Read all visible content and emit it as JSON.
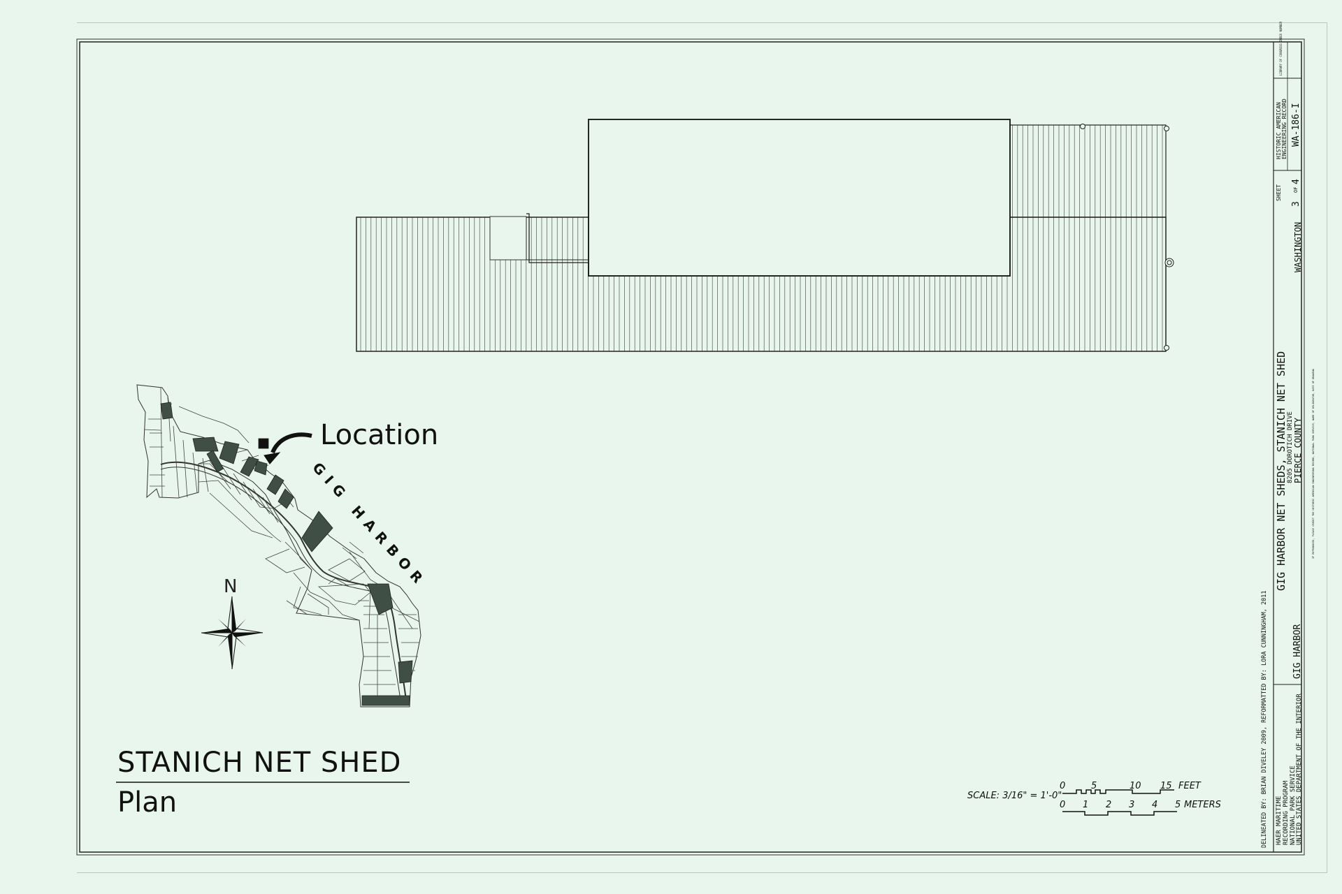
{
  "drawing": {
    "title": "STANICH NET SHED",
    "subtitle": "Plan",
    "location_label": "Location",
    "harbor_label": "GIG HARBOR",
    "north_label": "N"
  },
  "scale": {
    "label": "SCALE: 3/16\" = 1'-0\"",
    "feet_ticks": [
      "0",
      "5",
      "10",
      "15"
    ],
    "feet_unit": "FEET",
    "meter_ticks": [
      "0",
      "1",
      "2",
      "3",
      "4",
      "5"
    ],
    "meter_unit": "METERS"
  },
  "title_block": {
    "delineated": "DELINEATED BY: BRIAN DIVELEY 2009, REFORMATTED BY: LORA CUNNINGHAM, 2011",
    "agency_lines": [
      "HAER MARITIME",
      "RECORDING PROGRAM",
      "NATIONAL PARK SERVICE",
      "UNITED STATES DEPARTMENT OF THE INTERIOR"
    ],
    "city": "GIG HARBOR",
    "project_title": "GIG HARBOR NET SHEDS, STANICH NET SHED",
    "address": "8205 DOROTICH DRIVE",
    "county": "PIERCE COUNTY",
    "state": "WASHINGTON",
    "sheet_label": "SHEET",
    "sheet_number": "3",
    "sheet_of": "OF",
    "sheet_total": "4",
    "record_lines": [
      "HISTORIC AMERICAN",
      "ENGINEERING RECORD"
    ],
    "record_id": "WA-186-I",
    "index_label": "LIBRARY OF CONGRESS INDEX NUMBER",
    "credit": "IF REPRODUCED, PLEASE CREDIT THE HISTORIC AMERICAN ENGINEERING RECORD, NATIONAL PARK SERVICE, NAME OF DELINEATOR, DATE OF DRAWING"
  }
}
